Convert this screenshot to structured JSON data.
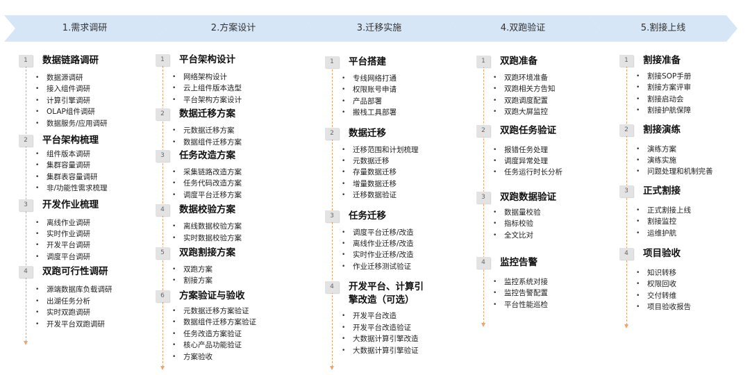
{
  "phases": [
    {
      "label": "1.需求调研"
    },
    {
      "label": "2.方案设计"
    },
    {
      "label": "3.迁移实施"
    },
    {
      "label": "4.双跑验证"
    },
    {
      "label": "5.割接上线"
    }
  ],
  "colors": {
    "arrow_fill": "#d6e6f7",
    "number_box": "#e3e3e3",
    "dash_line": "#f0a46a"
  },
  "columns": [
    {
      "sections": [
        {
          "num": "1",
          "title": "数据链路调研",
          "items": [
            "数据源调研",
            "接入组件调研",
            "计算引擎调研",
            "OLAP组件调研",
            "数据服务/应用调研"
          ]
        },
        {
          "num": "2",
          "title": "平台架构梳理",
          "items": [
            "组件版本调研",
            "集群容量调研",
            "集群表容量调研",
            "非/功能性需求梳理"
          ]
        },
        {
          "num": "3",
          "title": "开发作业梳理",
          "items": [
            "离线作业调研",
            "实时作业调研",
            "开发平台调研",
            "调度平台调研"
          ]
        },
        {
          "num": "4",
          "title": "双跑可行性调研",
          "items": [
            "源端数据库负载调研",
            "出湖任务分析",
            "实时双跑调研",
            "开发平台双跑调研"
          ]
        }
      ]
    },
    {
      "sections": [
        {
          "num": "1",
          "title": "平台架构设计",
          "items": [
            "网络架构设计",
            "云上组件版本选型",
            "平台架构方案设计"
          ]
        },
        {
          "num": "2",
          "title": "数据迁移方案",
          "items": [
            "元数据迁移方案",
            "数据组件迁移方案"
          ]
        },
        {
          "num": "3",
          "title": "任务改造方案",
          "items": [
            "采集链路改造方案",
            "任务代码改造方案",
            "调度平台迁移方案"
          ]
        },
        {
          "num": "4",
          "title": "数据校验方案",
          "items": [
            "离线数据校验方案",
            "实时数据校验方案"
          ]
        },
        {
          "num": "5",
          "title": "双跑割接方案",
          "items": [
            "双跑方案",
            "割接方案"
          ]
        },
        {
          "num": "6",
          "title": "方案验证与验收",
          "items": [
            "元数据迁移方案验证",
            "数据组件迁移方案验证",
            "任务改造方案验证",
            "核心产品功能验证",
            "方案验收"
          ]
        }
      ]
    },
    {
      "sections": [
        {
          "num": "1",
          "title": "平台搭建",
          "items": [
            "专线网络打通",
            "权限账号申请",
            "产品部署",
            "搬栈工具部署"
          ]
        },
        {
          "num": "2",
          "title": "数据迁移",
          "items": [
            "迁移范围和计划梳理",
            "元数据迁移",
            "存量数据迁移",
            "增量数据迁移",
            "迁移数据验证"
          ]
        },
        {
          "num": "3",
          "title": "任务迁移",
          "items": [
            "调度平台迁移/改造",
            "离线作业迁移/改造",
            "实时作业迁移/改造",
            "作业迁移测试验证"
          ]
        },
        {
          "num": "4",
          "title": "开发平台、计算引擎改造（可选）",
          "title_line1": "开发平台、计算引",
          "title_line2": "擎改造（可选）",
          "items": [
            "开发平台改造",
            "开发平台改造验证",
            "大数据计算引擎改造",
            "大数据计算引擎验证"
          ]
        }
      ]
    },
    {
      "sections": [
        {
          "num": "1",
          "title": "双跑准备",
          "items": [
            "双跑环境准备",
            "双跑相关方告知",
            "双跑调度配置",
            "双跑大屏监控"
          ]
        },
        {
          "num": "2",
          "title": "双跑任务验证",
          "items": [
            "报错任务处理",
            "调度异常处理",
            "任务运行时长分析"
          ]
        },
        {
          "num": "3",
          "title": "双跑数据验证",
          "items": [
            "数据量校验",
            "指标校验",
            "全文比对"
          ]
        },
        {
          "num": "4",
          "title": "监控告警",
          "items": [
            "监控系统对接",
            "监控告警配置",
            "平台性能巡检"
          ]
        }
      ]
    },
    {
      "sections": [
        {
          "num": "1",
          "title": "割接准备",
          "items": [
            "割接SOP手册",
            "割接方案评审",
            "割接启动会",
            "割接护航保障"
          ]
        },
        {
          "num": "2",
          "title": "割接演练",
          "items": [
            "演练方案",
            "演练实施",
            "问题处理和机制完善"
          ]
        },
        {
          "num": "3",
          "title": "正式割接",
          "items": [
            "正式割接上线",
            "割接监控",
            "运维护航"
          ]
        },
        {
          "num": "4",
          "title": "项目验收",
          "items": [
            "知识转移",
            "权限回收",
            "交付转维",
            "项目验收报告"
          ]
        }
      ]
    }
  ]
}
